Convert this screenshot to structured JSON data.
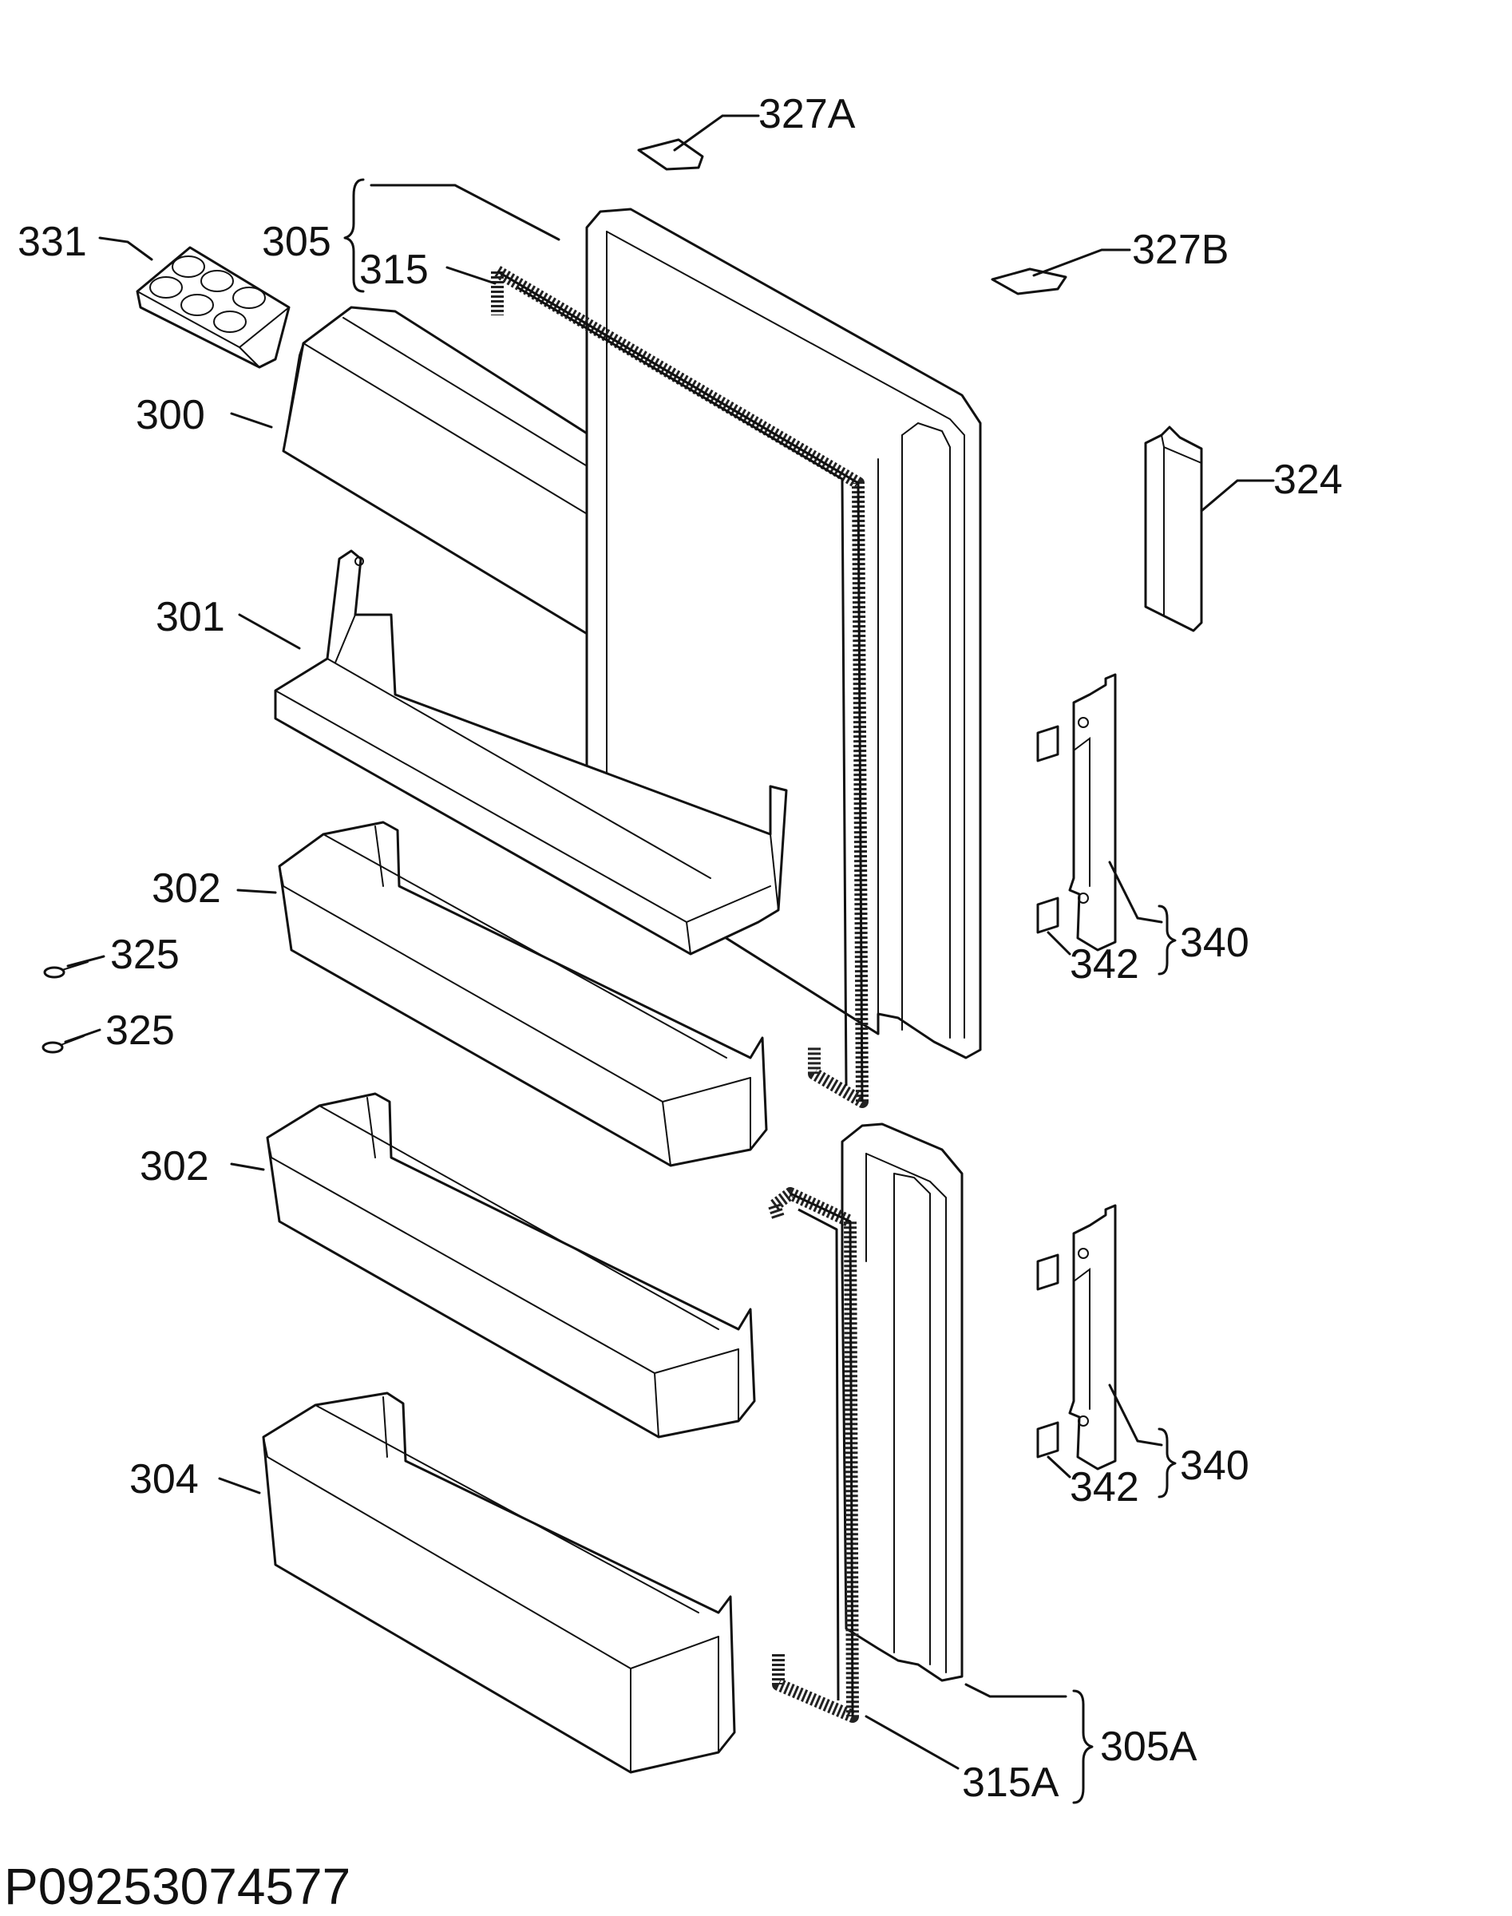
{
  "labels": {
    "p331": "331",
    "p305": "305",
    "p315": "315",
    "p327a": "327A",
    "p327b": "327B",
    "p300": "300",
    "p324": "324",
    "p301": "301",
    "p302a": "302",
    "p325a": "325",
    "p325b": "325",
    "p342a": "342",
    "p340a": "340",
    "p302b": "302",
    "p342b": "342",
    "p340b": "340",
    "p304": "304",
    "p305a": "305A",
    "p315a": "315A"
  },
  "drawing_code": "P09253074577"
}
